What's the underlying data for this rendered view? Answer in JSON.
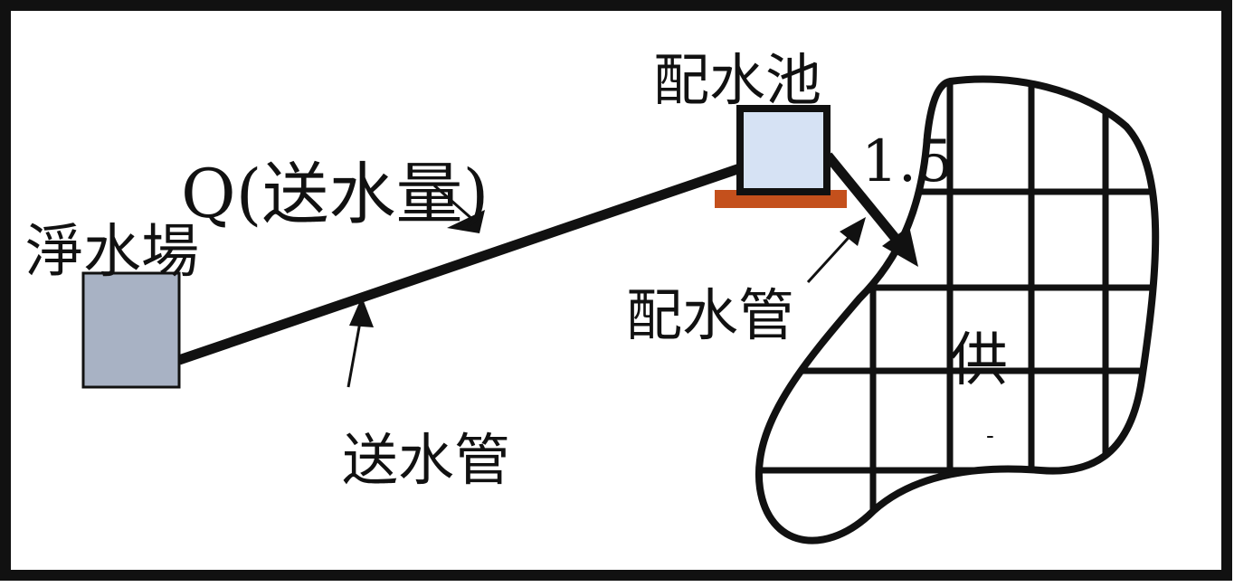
{
  "diagram": {
    "labels": {
      "plant": "淨水場",
      "flow": "Q(送水量)",
      "conveyance_pipe": "送水管",
      "reservoir": "配水池",
      "distribution_pipe": "配水管",
      "factor": "1.5",
      "supply_area": "供",
      "supply_area_mark": "-"
    },
    "colors": {
      "frame": "#111111",
      "plant_box": "#a8b2c4",
      "reservoir_box": "#d6e2f4",
      "reservoir_base": "#c4501c",
      "lines": "#111111"
    }
  }
}
